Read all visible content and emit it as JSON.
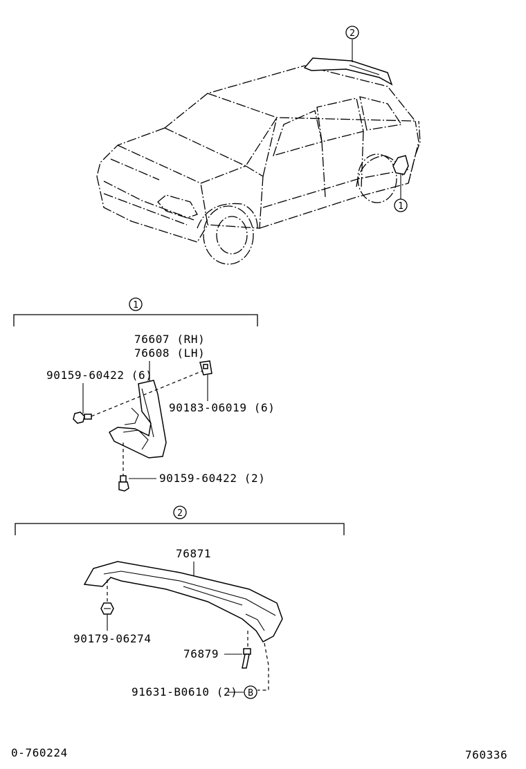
{
  "callouts": {
    "rear_mudguard_ref": "1",
    "rear_spoiler_ref": "2"
  },
  "section_1": {
    "ref": "1",
    "part_rh": "76607 (RH)",
    "part_lh": "76608 (LH)",
    "screw_side": "90159-60422 (6)",
    "nut": "90183-06019 (6)",
    "screw_bottom": "90159-60422 (2)"
  },
  "section_2": {
    "ref": "2",
    "spoiler": "76871",
    "nut": "90179-06274",
    "stud": "76879",
    "bolt": "91631-B0610 (2)",
    "bolt_ref_mark": "B"
  },
  "footer": {
    "left_code": "0-760224",
    "right_code": "760336"
  }
}
